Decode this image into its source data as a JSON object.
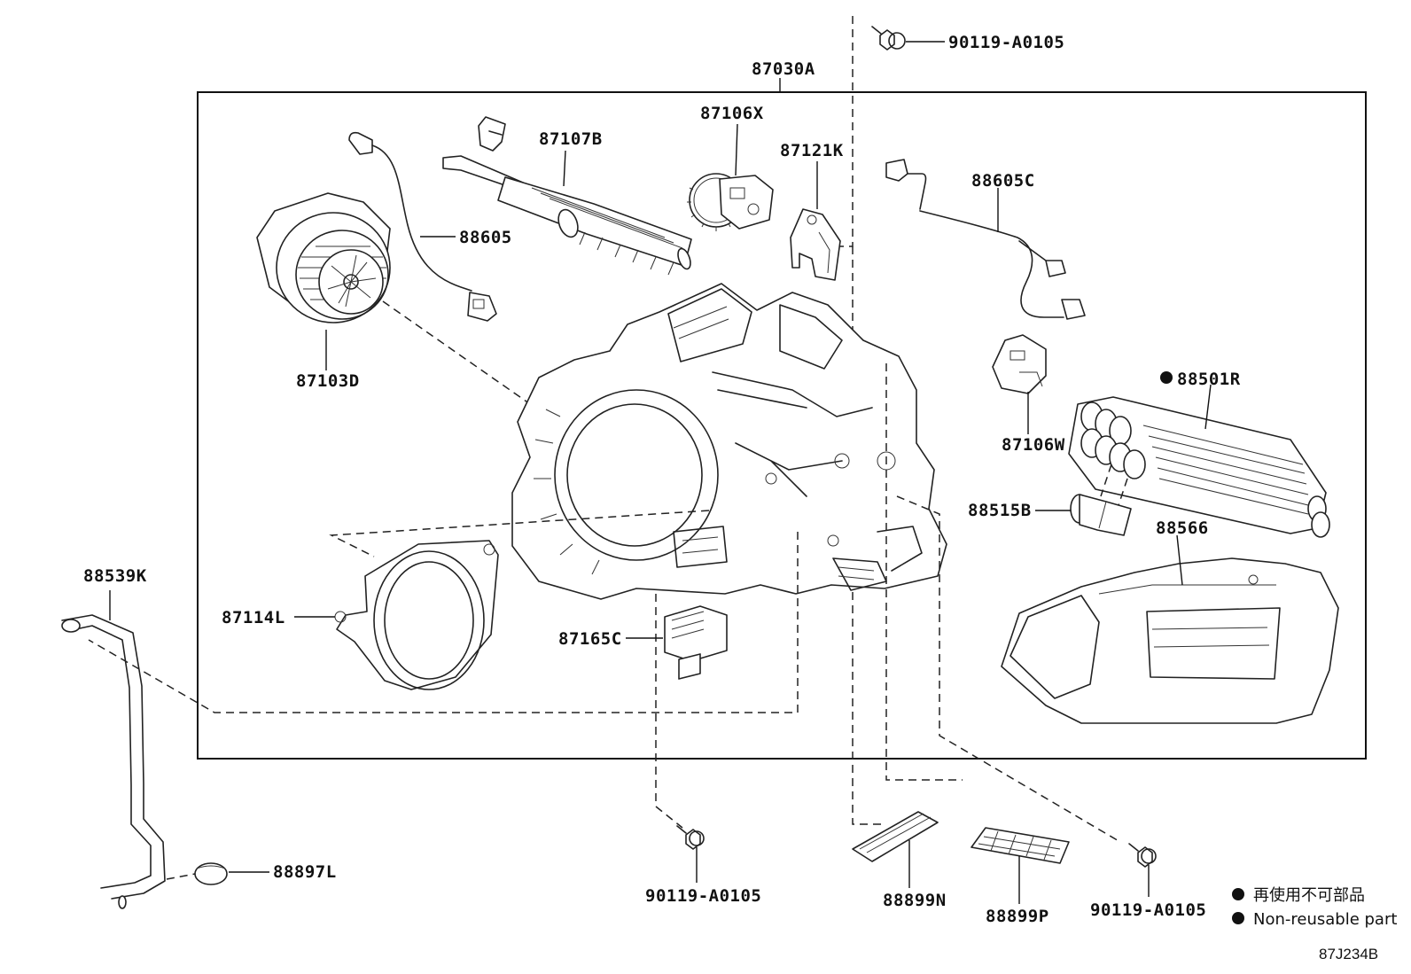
{
  "diagram": {
    "assembly_label": "87030A",
    "parts": {
      "p87107B": "87107B",
      "p87106X": "87106X",
      "p87121K": "87121K",
      "p88605C": "88605C",
      "p88605": "88605",
      "p87103D": "87103D",
      "p88501R": "88501R",
      "p87106W": "87106W",
      "p88515B": "88515B",
      "p88566": "88566",
      "p88539K": "88539K",
      "p87114L": "87114L",
      "p87165C": "87165C",
      "p88897L": "88897L",
      "p88899N": "88899N",
      "p88899P": "88899P"
    },
    "bolts": {
      "top": "90119-A0105",
      "bottom_left": "90119-A0105",
      "bottom_right": "90119-A0105"
    },
    "legend": {
      "japanese": "再使用不可部品",
      "english": "Non-reusable part"
    },
    "diagram_code": "87J234B"
  }
}
